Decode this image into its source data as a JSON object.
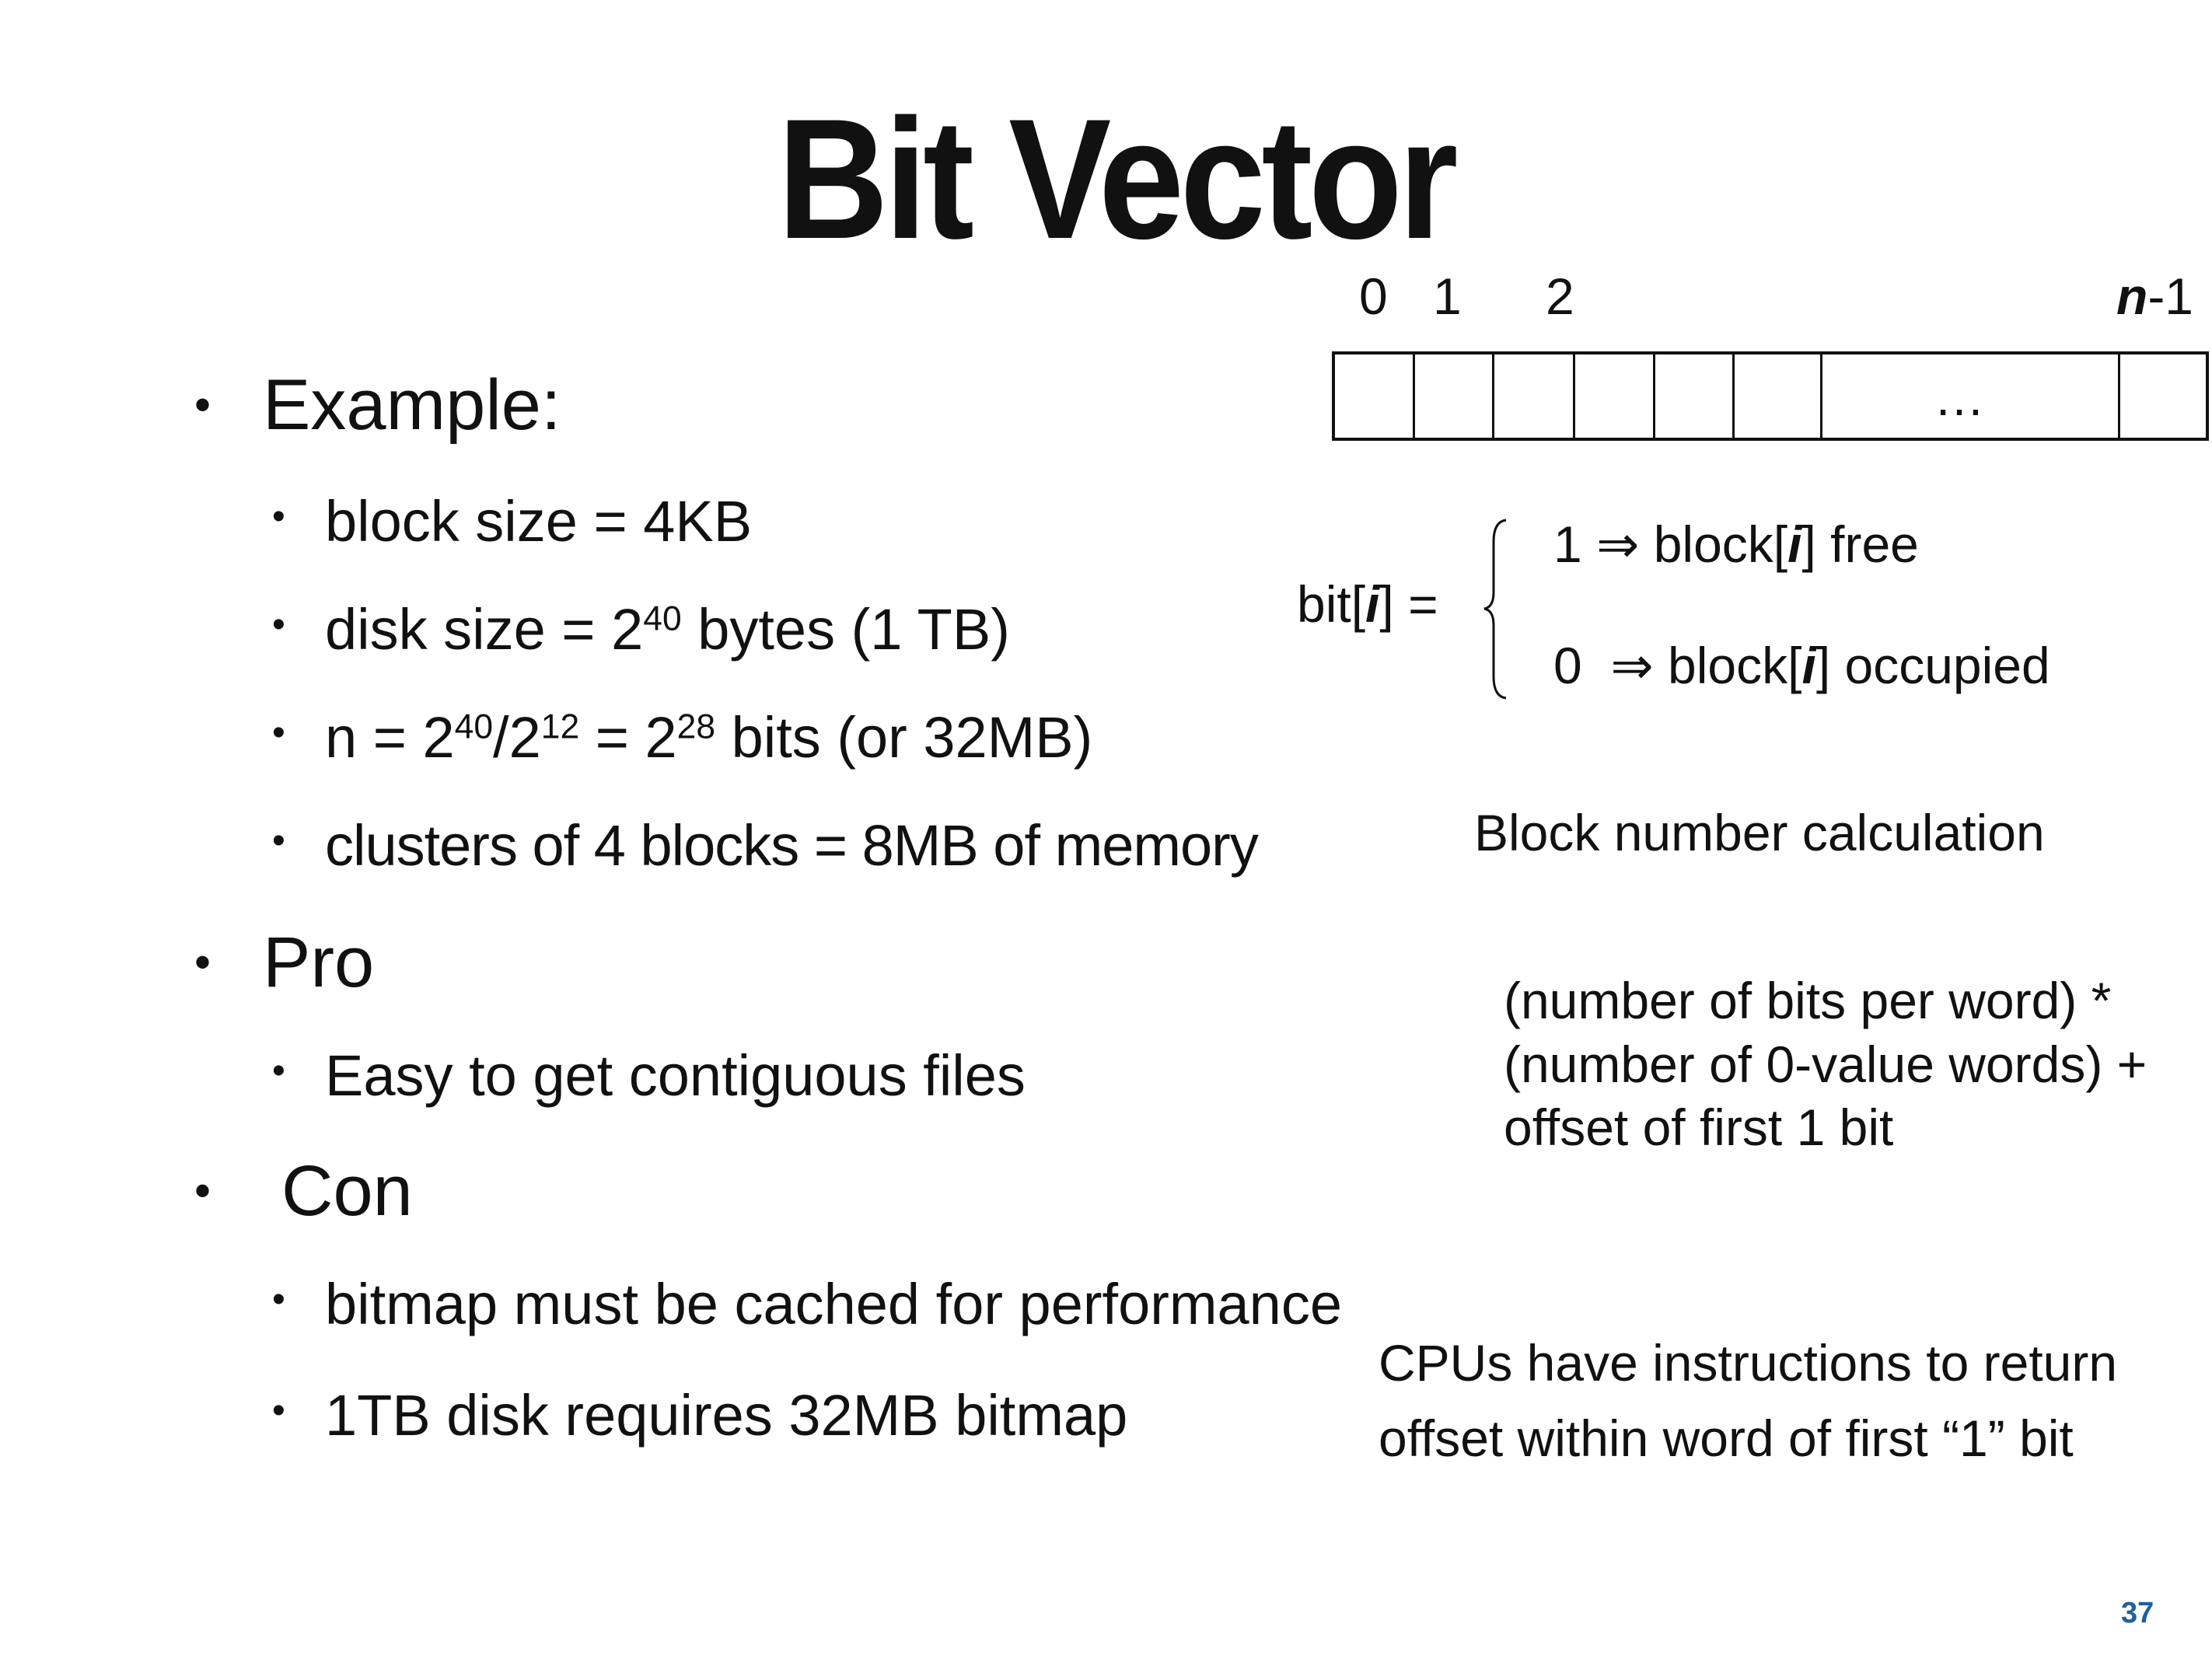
{
  "title": "Bit Vector",
  "left": {
    "example": {
      "label": "Example:",
      "items": [
        {
          "text": "block size = 4KB"
        },
        {
          "pre": "disk size = 2",
          "sup": "40",
          "post": " bytes (1 TB)"
        },
        {
          "a": "n = 2",
          "s1": "40",
          "b": "/2",
          "s2": "12",
          "c": " = 2",
          "s3": "28",
          "d": " bits (or 32MB)"
        },
        {
          "text": "clusters of 4 blocks = 8MB of memory"
        }
      ]
    },
    "pro": {
      "label": "Pro",
      "items": [
        "Easy to get contiguous files"
      ]
    },
    "con": {
      "label": "Con",
      "items": [
        "bitmap must be cached for performance",
        "1TB disk requires 32MB bitmap"
      ]
    }
  },
  "diagram": {
    "indices": [
      "0",
      "1",
      "2"
    ],
    "last_index_var": "n",
    "last_index_suffix": "-1",
    "ellipsis": "…",
    "bit_label_pre": "bit[",
    "var": "i",
    "bit_label_post": "] =",
    "case1": {
      "value": "1",
      "arrow": "⇒",
      "pre": " block[",
      "post": "] free"
    },
    "case0": {
      "value": "0",
      "arrow": "⇒",
      "pre": " block[",
      "post": "] occupied"
    }
  },
  "calc": {
    "heading": "Block number calculation",
    "lines": [
      "(number of bits per word) *",
      "(number of 0-value words) +",
      "offset of first 1 bit"
    ]
  },
  "note": {
    "lines": [
      "CPUs have instructions to return",
      "offset within word of first “1” bit"
    ]
  },
  "page_number": "37",
  "colors": {
    "page_number": "#1f5fa0"
  }
}
